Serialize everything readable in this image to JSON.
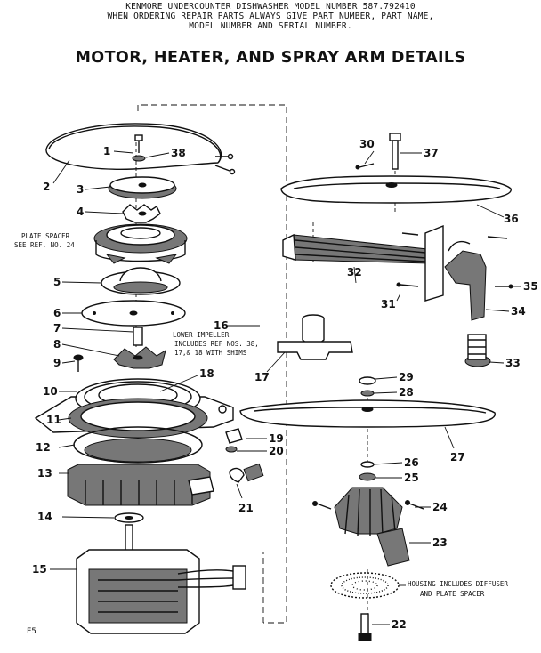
{
  "header": {
    "line1": "KENMORE UNDERCOUNTER DISHWASHER     MODEL NUMBER 587.792410",
    "line2": "WHEN ORDERING REPAIR PARTS ALWAYS GIVE PART NUMBER, PART NAME,",
    "line3": "MODEL NUMBER AND SERIAL NUMBER."
  },
  "title": "MOTOR, HEATER, AND SPRAY ARM DETAILS",
  "notes": {
    "plate_spacer_1": "PLATE SPACER",
    "plate_spacer_2": "SEE REF. NO. 24",
    "lower_impeller_1": "LOWER IMPELLER",
    "lower_impeller_2": "INCLUDES REF NOS. 38,",
    "lower_impeller_3": "17,& 18 WITH SHIMS",
    "housing_1": "HOUSING INCLUDES DIFFUSER",
    "housing_2": "AND PLATE SPACER"
  },
  "page_code": "E5",
  "parts": {
    "p1": "1",
    "p2": "2",
    "p3": "3",
    "p4": "4",
    "p5": "5",
    "p6": "6",
    "p7": "7",
    "p8": "8",
    "p9": "9",
    "p10": "10",
    "p11": "11",
    "p12": "12",
    "p13": "13",
    "p14": "14",
    "p15": "15",
    "p16": "16",
    "p17": "17",
    "p18": "18",
    "p19": "19",
    "p20": "20",
    "p21": "21",
    "p22": "22",
    "p23": "23",
    "p24": "24",
    "p25": "25",
    "p26": "26",
    "p27": "27",
    "p28": "28",
    "p29": "29",
    "p30": "30",
    "p31": "31",
    "p32": "32",
    "p33": "33",
    "p34": "34",
    "p35": "35",
    "p36": "36",
    "p37": "37",
    "p38": "38"
  }
}
